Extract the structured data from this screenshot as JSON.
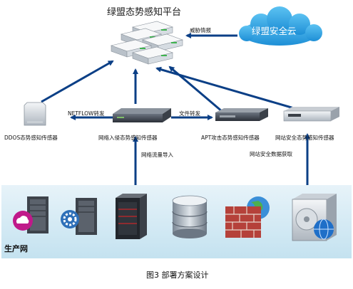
{
  "title": "绿盟态势感知平台",
  "cloud_label": "绿盟安全云",
  "threat_intel_label": "威胁情报",
  "sensors": {
    "ddos": "DDOS态势感知传感器",
    "netflow_link": "NETFLOW转发",
    "ids": "网络入侵态势感知传感器",
    "file_link": "文件转发",
    "apt": "APT攻击态势感知传感器",
    "web": "网站安全态势感知传感器"
  },
  "traffic_import_label": "网络流量导入",
  "web_data_label": "网站安全数据获取",
  "production_network_label": "生产网",
  "caption": "图3  部署方案设计",
  "icons": [
    "server-cluster-icon",
    "cloud-icon",
    "ddos-appliance-icon",
    "ids-appliance-icon",
    "apt-appliance-icon",
    "web-appliance-icon",
    "cloud-server-icon",
    "gear-server-icon",
    "rack-server-icon",
    "database-icon",
    "firewall-icon",
    "web-server-icon"
  ],
  "colors": {
    "arrow": "#0b3f86",
    "cloud": "#2ea6e6",
    "band": "#cfe8f3"
  }
}
